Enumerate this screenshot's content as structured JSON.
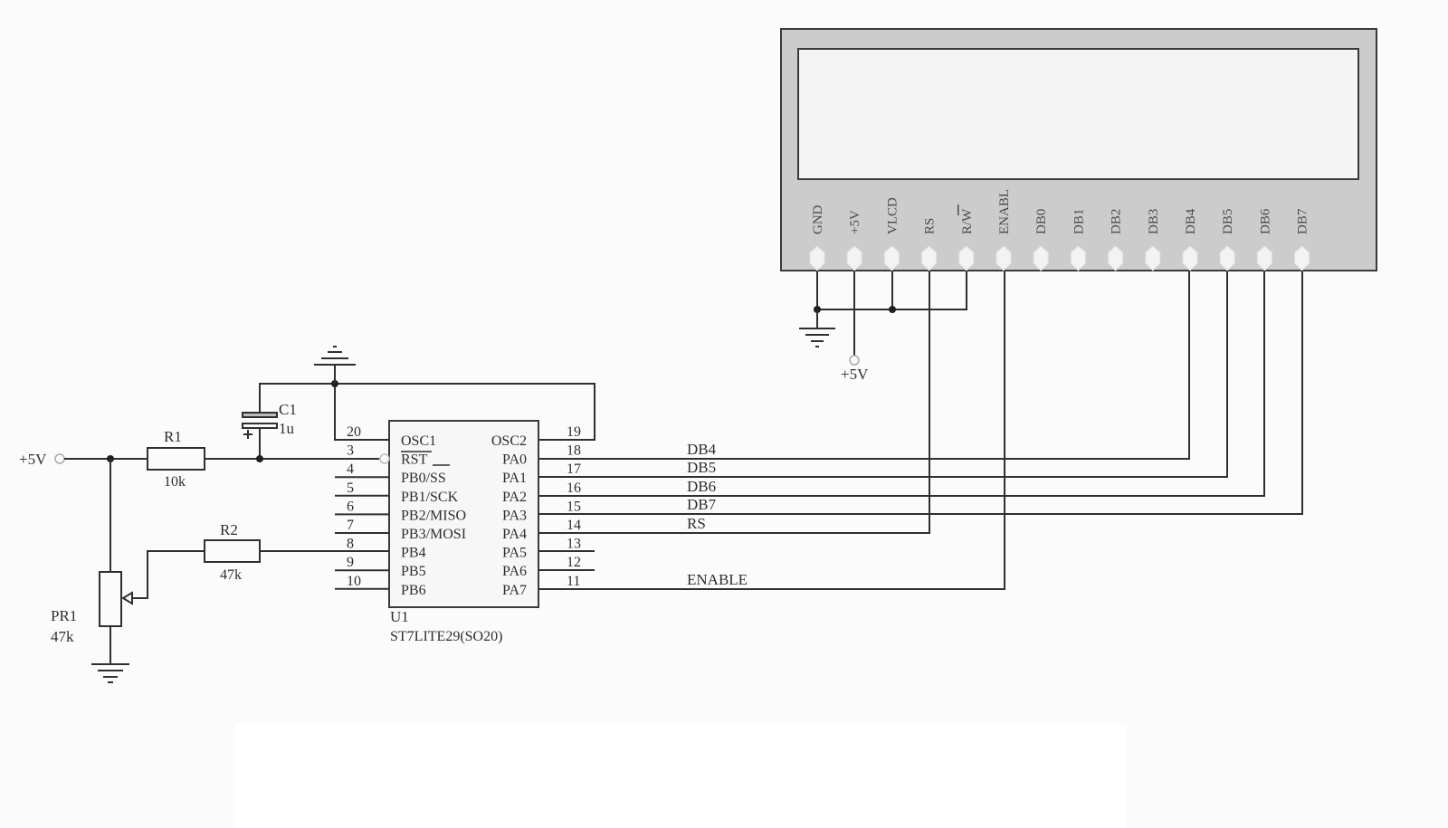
{
  "power": {
    "vcc_label": "+5V",
    "lcd_vcc_label": "+5V"
  },
  "components": {
    "r1": {
      "ref": "R1",
      "value": "10k"
    },
    "r2": {
      "ref": "R2",
      "value": "47k"
    },
    "c1": {
      "ref": "C1",
      "value": "1u"
    },
    "pr1": {
      "ref": "PR1",
      "value": "47k"
    },
    "u1": {
      "ref": "U1",
      "part": "ST7LITE29(SO20)",
      "left_pins": [
        {
          "num": "20",
          "name": "OSC1"
        },
        {
          "num": "3",
          "name": "RST"
        },
        {
          "num": "4",
          "name": "PB0/SS"
        },
        {
          "num": "5",
          "name": "PB1/SCK"
        },
        {
          "num": "6",
          "name": "PB2/MISO"
        },
        {
          "num": "7",
          "name": "PB3/MOSI"
        },
        {
          "num": "8",
          "name": "PB4"
        },
        {
          "num": "9",
          "name": "PB5"
        },
        {
          "num": "10",
          "name": "PB6"
        }
      ],
      "right_pins": [
        {
          "num": "19",
          "name": "OSC2"
        },
        {
          "num": "18",
          "name": "PA0"
        },
        {
          "num": "17",
          "name": "PA1"
        },
        {
          "num": "16",
          "name": "PA2"
        },
        {
          "num": "15",
          "name": "PA3"
        },
        {
          "num": "14",
          "name": "PA4"
        },
        {
          "num": "13",
          "name": "PA5"
        },
        {
          "num": "12",
          "name": "PA6"
        },
        {
          "num": "11",
          "name": "PA7"
        }
      ]
    },
    "lcd": {
      "pins": [
        "GND",
        "+5V",
        "VLCD",
        "RS",
        "R/W",
        "ENABL",
        "DB0",
        "DB1",
        "DB2",
        "DB3",
        "DB4",
        "DB5",
        "DB6",
        "DB7"
      ]
    }
  },
  "nets": {
    "pa0": "DB4",
    "pa1": "DB5",
    "pa2": "DB6",
    "pa3": "DB7",
    "pa4": "RS",
    "pa7": "ENABLE"
  }
}
